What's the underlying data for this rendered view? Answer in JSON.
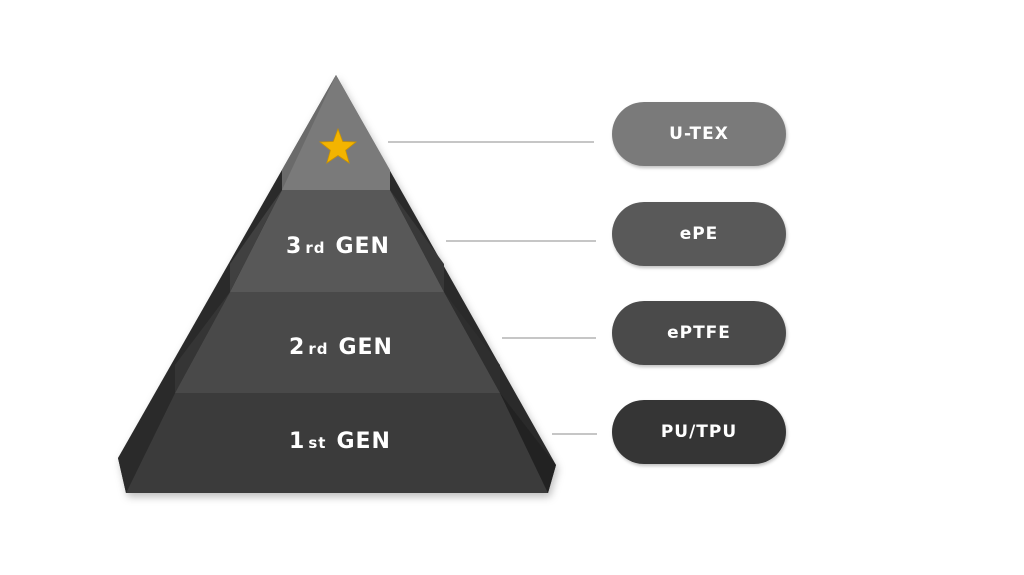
{
  "pyramid": {
    "tiers": [
      {
        "key": "top",
        "icon": "star-icon",
        "color": "#f3b400"
      },
      {
        "key": "third",
        "number": "3",
        "suffix": "rd",
        "gen": "GEN"
      },
      {
        "key": "second",
        "number": "2",
        "suffix": "rd",
        "gen": "GEN"
      },
      {
        "key": "first",
        "number": "1",
        "suffix": "st",
        "gen": "GEN"
      }
    ]
  },
  "materials": [
    {
      "label": "U-TEX"
    },
    {
      "label": "ePE"
    },
    {
      "label": "ePTFE"
    },
    {
      "label": "PU/TPU"
    }
  ],
  "colors": {
    "tier_top": "#7a7a7a",
    "tier_third": "#595959",
    "tier_second": "#4a4a4a",
    "tier_first": "#3a3a3a",
    "star": "#f3b400"
  }
}
